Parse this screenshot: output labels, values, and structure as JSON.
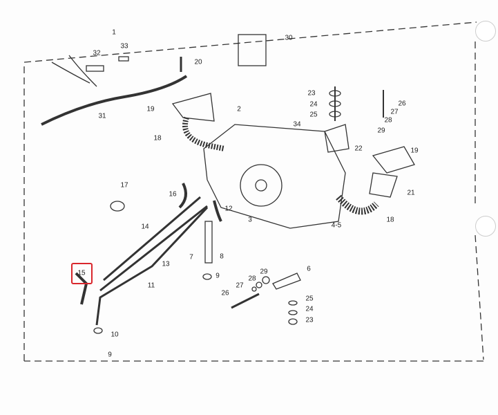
{
  "labels": {
    "l1": "1",
    "l30": "30",
    "l32": "32",
    "l33": "33",
    "l20": "20",
    "l31": "31",
    "l19a": "19",
    "l2": "2",
    "l23a": "23",
    "l24a": "24",
    "l25a": "25",
    "l26a": "26",
    "l27a": "27",
    "l28a": "28",
    "l29a": "29",
    "l34": "34",
    "l18a": "18",
    "l22": "22",
    "l19b": "19",
    "l17": "17",
    "l16": "16",
    "l12": "12",
    "l21": "21",
    "l14": "14",
    "l3": "3",
    "l45": "4-5",
    "l18b": "18",
    "l7": "7",
    "l8": "8",
    "l15": "15",
    "l13": "13",
    "l11": "11",
    "l9a": "9",
    "l6": "6",
    "l29b": "29",
    "l28b": "28",
    "l27b": "27",
    "l26b": "26",
    "l25b": "25",
    "l24b": "24",
    "l23b": "23",
    "l10": "10",
    "l9b": "9"
  },
  "highlight": {
    "part": "15",
    "color": "#d9262c"
  }
}
